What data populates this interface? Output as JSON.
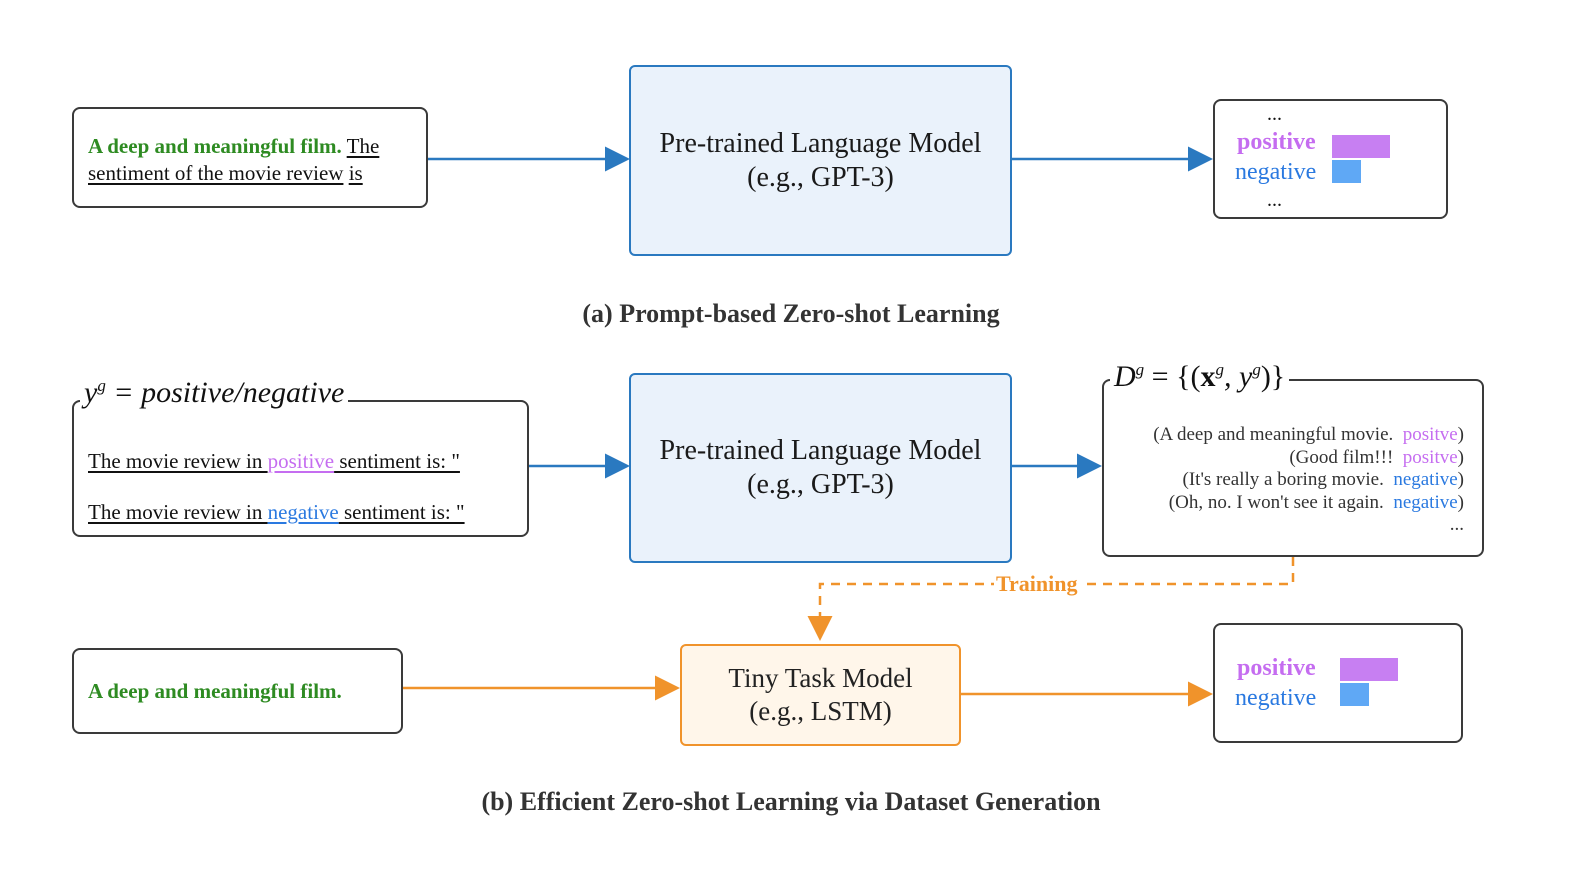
{
  "part_a": {
    "input": {
      "bold": "A deep and meaningful film.",
      "prompt_1": "The",
      "prompt_2": "sentiment of the movie review",
      "prompt_3": "is"
    },
    "model": {
      "line1": "Pre-trained Language Model",
      "line2": "(e.g., GPT-3)"
    },
    "output": {
      "ellipsis_top": "...",
      "positive": "positive",
      "negative": "negative",
      "ellipsis_bottom": "...",
      "positive_prob": 0.8,
      "negative_prob": 0.4
    },
    "caption": "(a) Prompt-based Zero-shot Learning"
  },
  "part_b": {
    "label_header": {
      "var": "y",
      "sup": "g",
      "rest": " = positive/negative"
    },
    "prompt_pos": {
      "before": "The movie review in ",
      "word": "positive",
      "after": " sentiment is: \""
    },
    "prompt_neg": {
      "before": "The movie review in ",
      "word": "negative",
      "after": " sentiment is: \""
    },
    "model": {
      "line1": "Pre-trained Language Model",
      "line2": "(e.g., GPT-3)"
    },
    "dataset_header": {
      "D": "D",
      "sup": "g",
      "eq": " = {(",
      "x": "x",
      "xsup": "g",
      "comma": ", y",
      "ysup": "g",
      "close": ")}"
    },
    "dataset": [
      {
        "text": "(A deep and meaningful movie.",
        "label": "positve",
        "label_class": "purple"
      },
      {
        "text": "(Good film!!!",
        "label": "positve",
        "label_class": "purple"
      },
      {
        "text": "(It's really a boring movie.",
        "label": "negative",
        "label_class": "blue"
      },
      {
        "text": "(Oh, no. I won't see it again.",
        "label": "negative",
        "label_class": "blue"
      }
    ],
    "dataset_ellipsis": "...",
    "training_label": "Training",
    "input": "A deep and meaningful film.",
    "tiny_model": {
      "line1": "Tiny Task Model",
      "line2": "(e.g., LSTM)"
    },
    "output": {
      "positive": "positive",
      "negative": "negative",
      "positive_prob": 0.8,
      "negative_prob": 0.4
    },
    "caption": "(b) Efficient Zero-shot Learning via Dataset Generation"
  },
  "colors": {
    "green": "#2e8b22",
    "purple": "#c56df0",
    "blue": "#2a79e0",
    "model_border": "#2a79c0",
    "orange": "#f0932b"
  }
}
